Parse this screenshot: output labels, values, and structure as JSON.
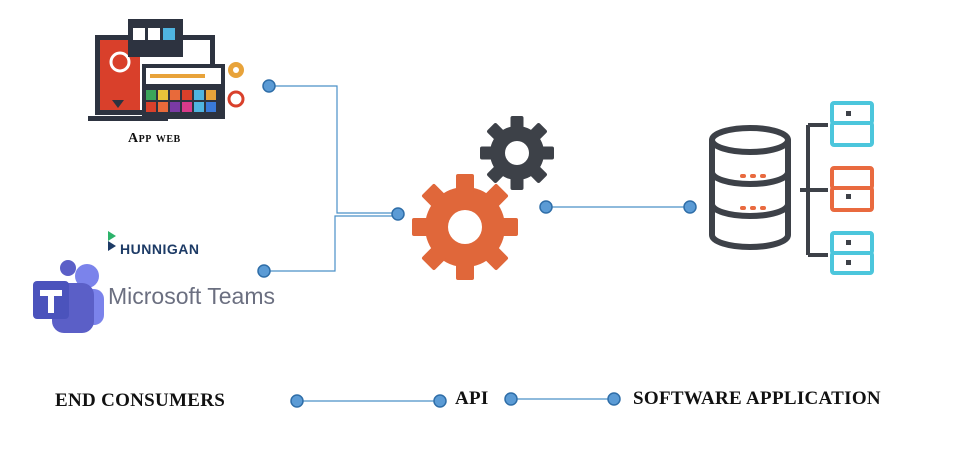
{
  "labels": {
    "app_web": "App web",
    "hunnigan": "HUNNIGAN",
    "teams": "Microsoft Teams",
    "end_consumers": "END CONSUMERS",
    "api": "API",
    "software_application": "SOFTWARE APPLICATION"
  },
  "colors": {
    "connector": "#4a90c8",
    "node_fill": "#5b9bd5",
    "node_stroke": "#2f6ea8",
    "gear_orange": "#e0673a",
    "gear_dark": "#3d4148",
    "server_blue": "#4cc6dc",
    "server_orange": "#e96a3f",
    "teams_purple": "#5b5fc7"
  },
  "icons": [
    "app-web-icon",
    "hunnigan-logo-icon",
    "teams-logo-icon",
    "gear-large-icon",
    "gear-small-icon",
    "database-icon",
    "server-icon"
  ]
}
